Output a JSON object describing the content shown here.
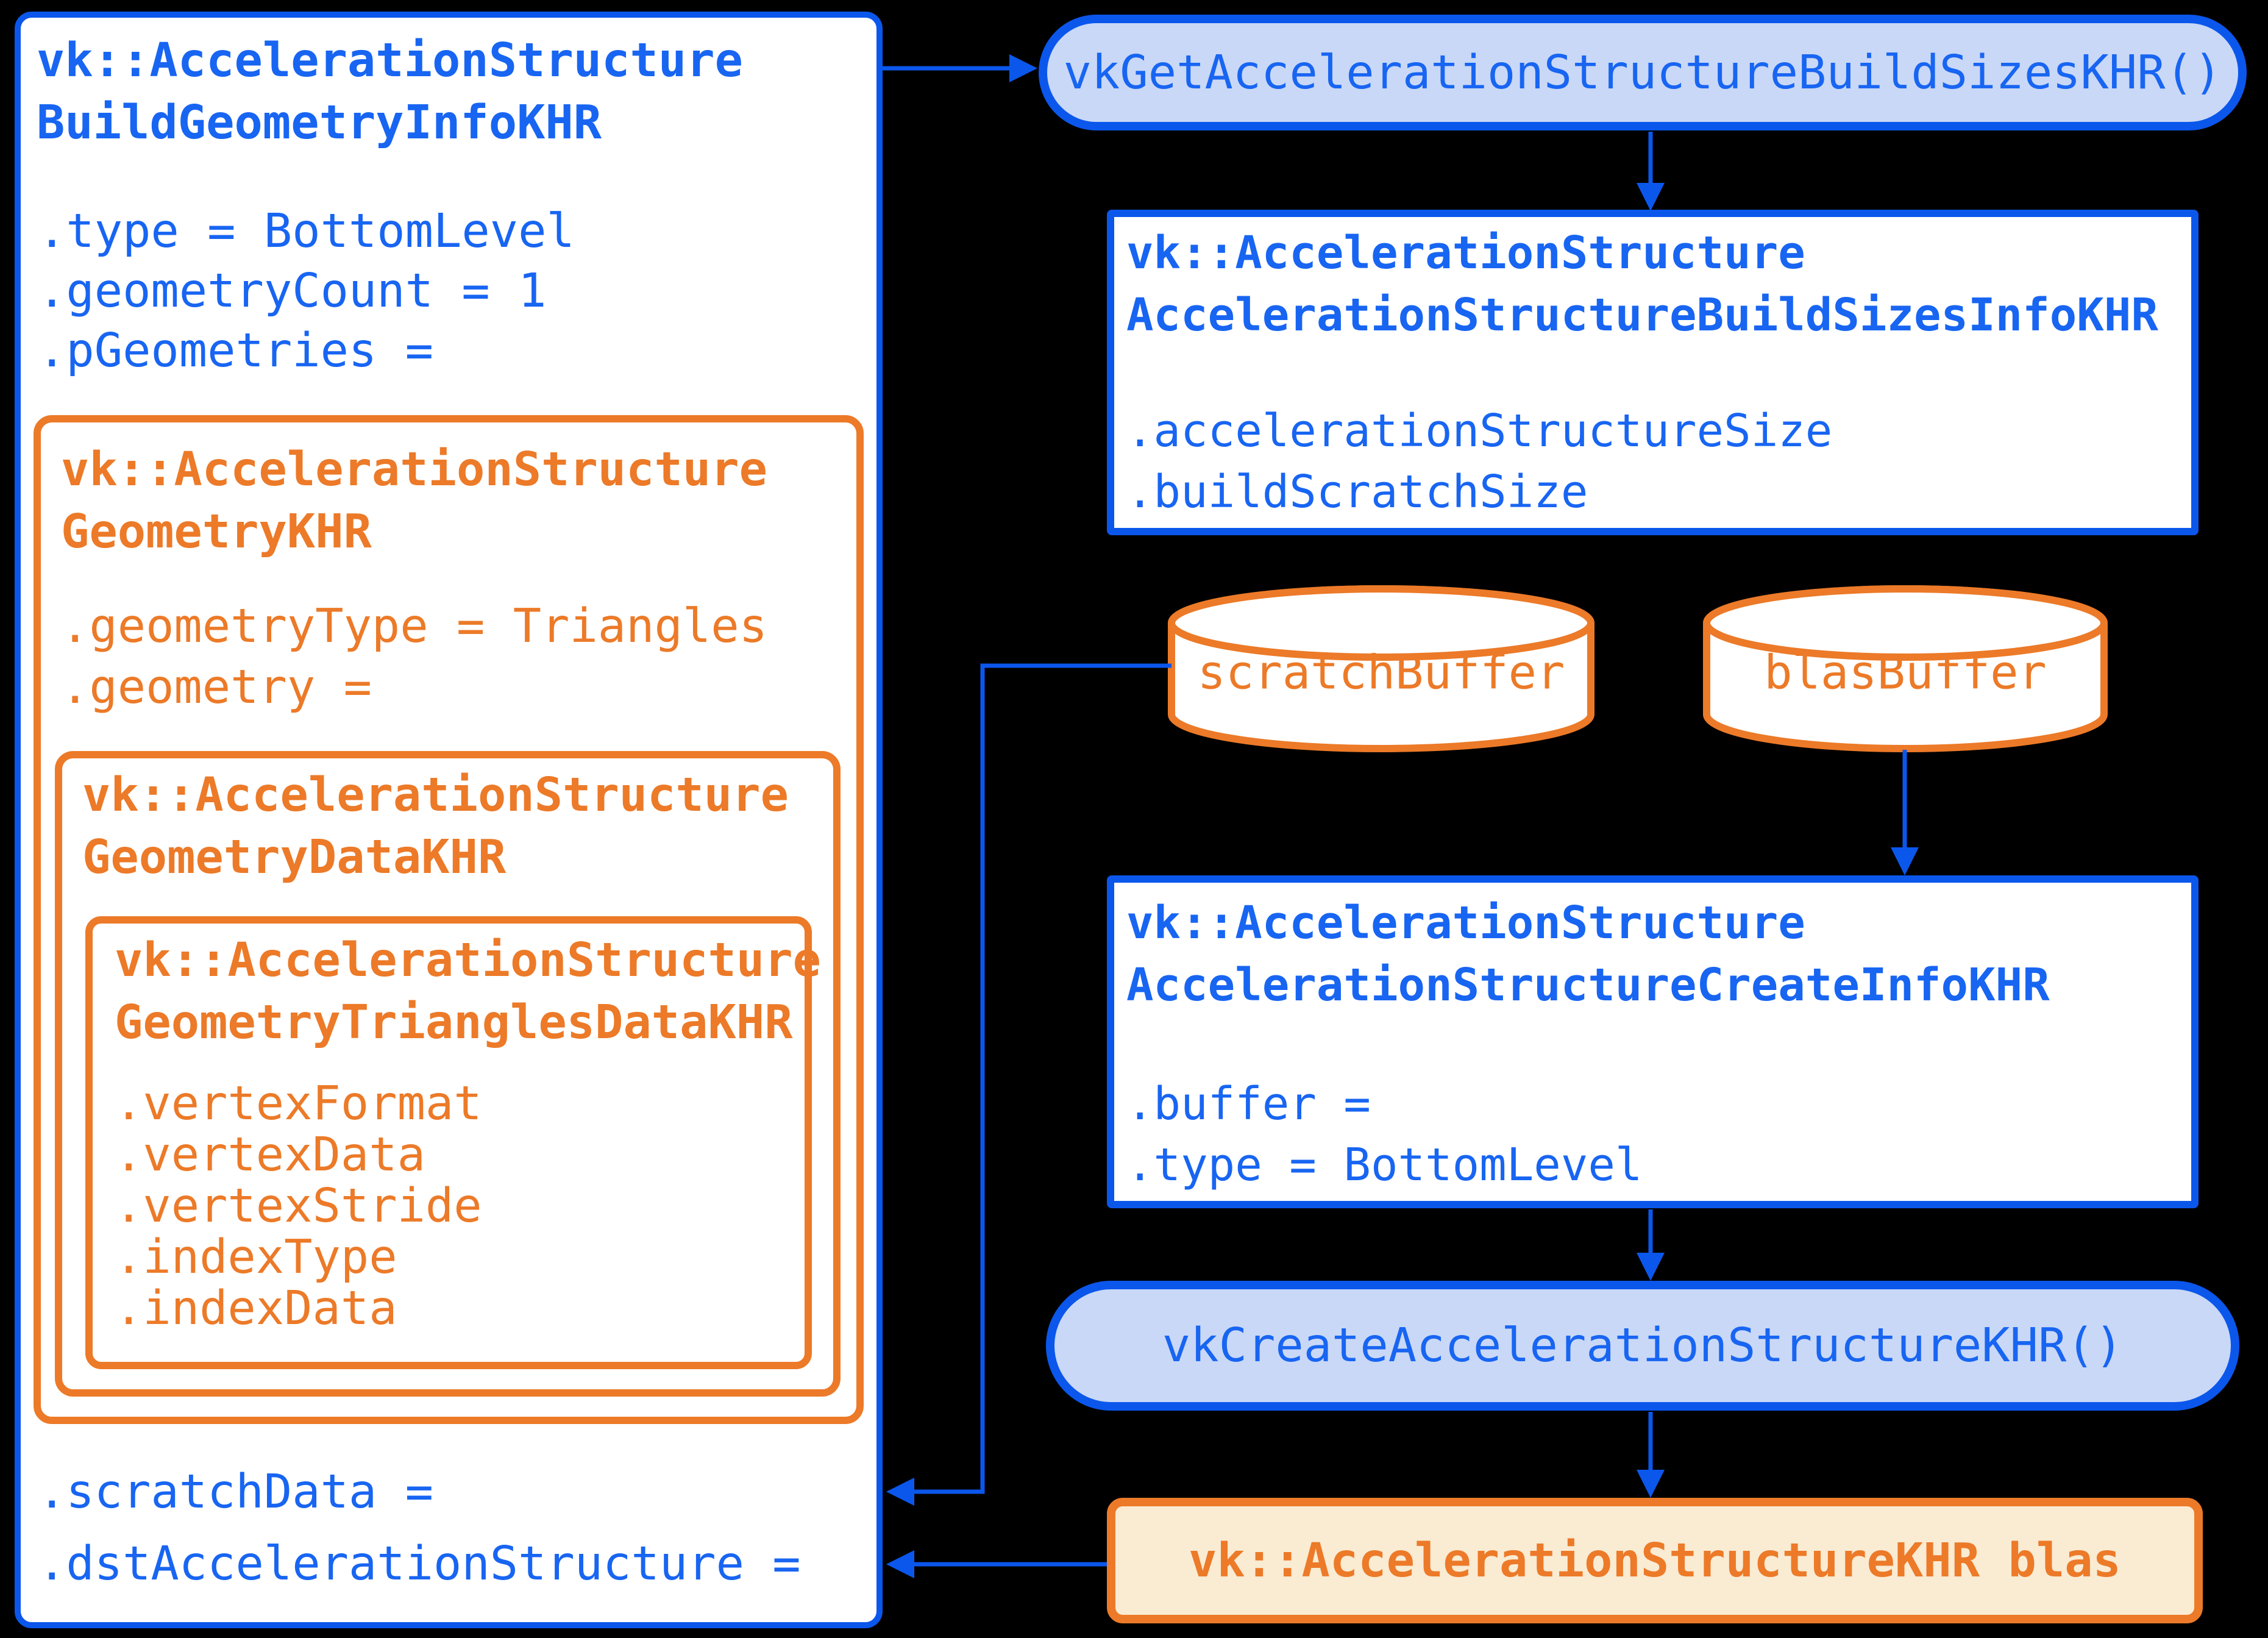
{
  "colors": {
    "blue_accent": "#0B57EC",
    "blue_text": "#1865F2",
    "orange_accent": "#EC7A28",
    "pill_fill": "#C9D8F7",
    "cream_fill": "#FAEBD3",
    "node_fill": "#FFFFFF",
    "background": "#000000"
  },
  "build_geometry_info_box": {
    "title_line1": "vk::AccelerationStructure",
    "title_line2": "BuildGeometryInfoKHR",
    "fields": [
      ".type = BottomLevel",
      ".geometryCount = 1",
      ".pGeometries ="
    ],
    "footer_fields": [
      ".scratchData =",
      ".dstAccelerationStructure ="
    ]
  },
  "geometry_box": {
    "title_line1": "vk::AccelerationStructure",
    "title_line2": "GeometryKHR",
    "fields": [
      ".geometryType = Triangles",
      ".geometry ="
    ]
  },
  "geometry_data_box": {
    "title_line1": "vk::AccelerationStructure",
    "title_line2": "GeometryDataKHR"
  },
  "triangles_data_box": {
    "title_line1": "vk::AccelerationStructure",
    "title_line2": "GeometryTrianglesDataKHR",
    "fields": [
      ".vertexFormat",
      ".vertexData",
      ".vertexStride",
      ".indexType",
      ".indexData"
    ]
  },
  "get_build_sizes_pill": {
    "label": "vkGetAccelerationStructureBuildSizesKHR()"
  },
  "build_sizes_info_box": {
    "title_line1": "vk::AccelerationStructure",
    "title_line2": "AccelerationStructureBuildSizesInfoKHR",
    "fields": [
      ".accelerationStructureSize",
      ".buildScratchSize"
    ]
  },
  "buffers": {
    "scratch_label": "scratchBuffer",
    "blas_label": "blasBuffer"
  },
  "create_info_box": {
    "title_line1": "vk::AccelerationStructure",
    "title_line2": "AccelerationStructureCreateInfoKHR",
    "fields": [
      ".buffer =",
      ".type = BottomLevel"
    ]
  },
  "create_pill": {
    "label": "vkCreateAccelerationStructureKHR()"
  },
  "blas_node": {
    "label": "vk::AccelerationStructureKHR blas"
  }
}
